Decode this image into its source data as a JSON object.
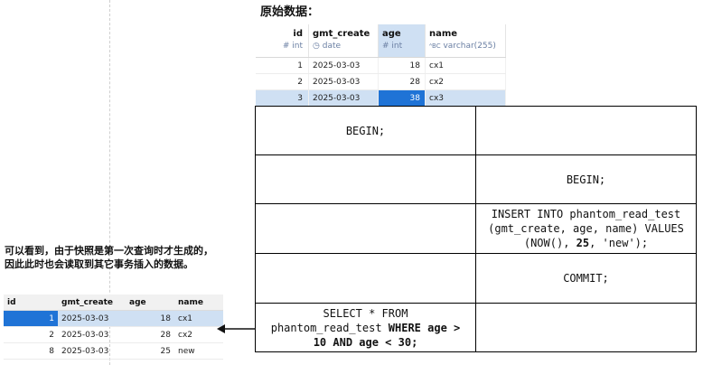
{
  "heading": "原始数据：",
  "original_table": {
    "columns": [
      {
        "name": "id",
        "type_icon": "#",
        "type": "int"
      },
      {
        "name": "gmt_create",
        "type_icon": "◷",
        "type": "date"
      },
      {
        "name": "age",
        "type_icon": "#",
        "type": "int"
      },
      {
        "name": "name",
        "type_icon": "ᴬBC",
        "type": "varchar(255)"
      }
    ],
    "rows": [
      {
        "id": "1",
        "gmt_create": "2025-03-03",
        "age": "18",
        "name": "cx1"
      },
      {
        "id": "2",
        "gmt_create": "2025-03-03",
        "age": "28",
        "name": "cx2"
      },
      {
        "id": "3",
        "gmt_create": "2025-03-03",
        "age": "38",
        "name": "cx3"
      }
    ],
    "selected_row": 3
  },
  "timeline": {
    "rows": [
      {
        "left": "BEGIN;",
        "right": ""
      },
      {
        "left": "",
        "right": "BEGIN;"
      },
      {
        "left": "",
        "right": "INSERT INTO phantom_read_test (gmt_create, age, name) VALUES (NOW(), 25, 'new');"
      },
      {
        "left": "",
        "right": "COMMIT;"
      },
      {
        "left": "SELECT * FROM phantom_read_test WHERE age > 10 AND age < 30;",
        "right": ""
      }
    ],
    "insert_parts": {
      "line1": "INSERT INTO phantom_read_test",
      "line2": "(gmt_create, age, name) VALUES",
      "line3a": "(NOW(), ",
      "line3b": "25",
      "line3c": ", 'new');"
    },
    "select_parts": {
      "line1": "SELECT * FROM",
      "line2a": "phantom_read_test ",
      "line2b": "WHERE age >",
      "line3": "10 AND age < 30;"
    }
  },
  "note": "可以看到，由于快照是第一次查询时才生成的，因此此时也会读取到其它事务插入的数据。",
  "result_table": {
    "columns": [
      "id",
      "gmt_create",
      "age",
      "name"
    ],
    "rows": [
      {
        "id": "1",
        "gmt_create": "2025-03-03",
        "age": "18",
        "name": "cx1"
      },
      {
        "id": "2",
        "gmt_create": "2025-03-03",
        "age": "28",
        "name": "cx2"
      },
      {
        "id": "8",
        "gmt_create": "2025-03-03",
        "age": "25",
        "name": "new"
      }
    ],
    "selected_row": 1
  },
  "colors": {
    "selection": "#cfe0f3",
    "active_cell": "#1f73d6"
  }
}
